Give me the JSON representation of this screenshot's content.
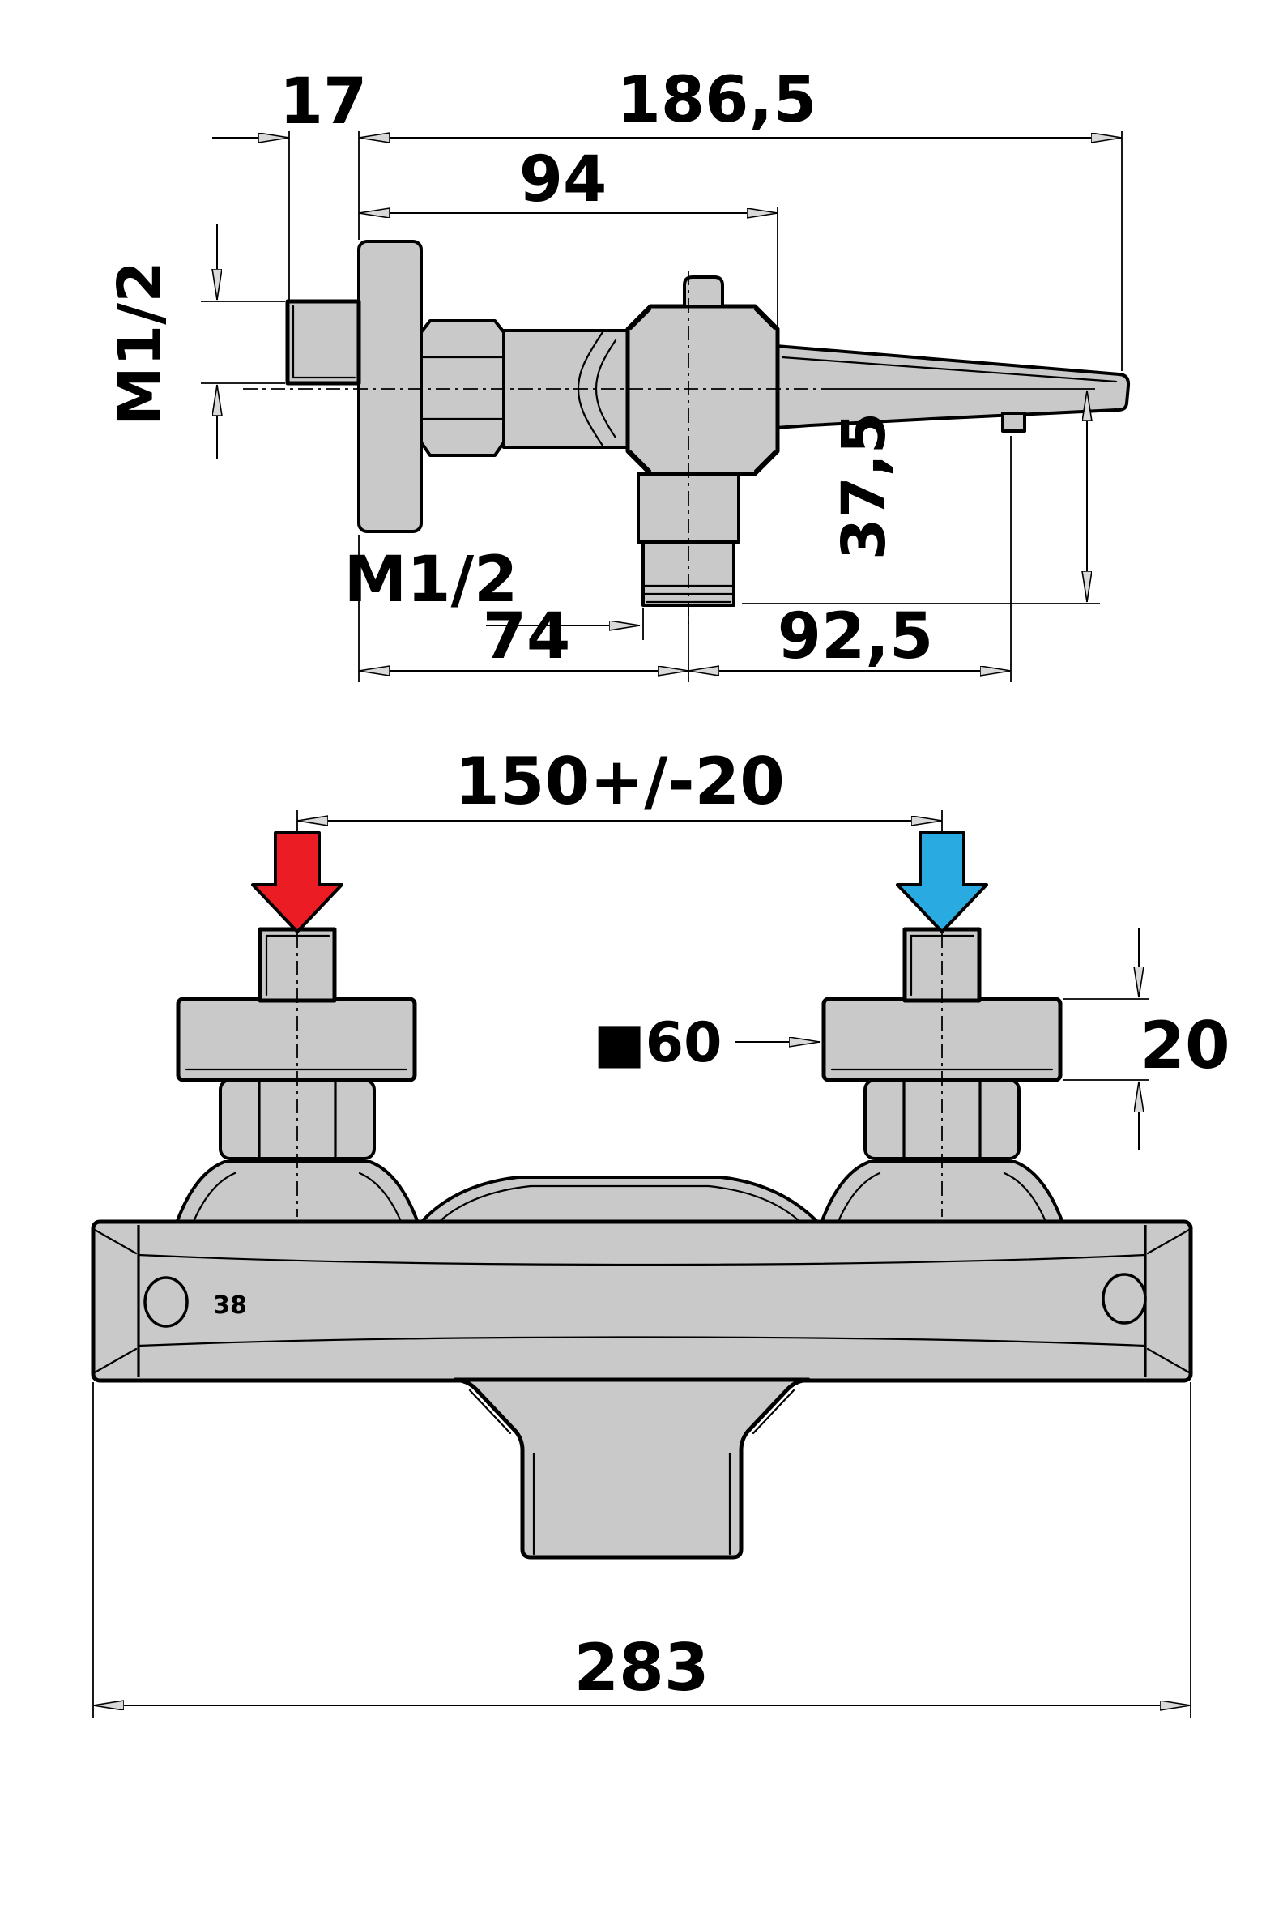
{
  "side_view": {
    "dim_thread_length": "17",
    "dim_total_length": "186,5",
    "dim_body_length": "94",
    "inlet_thread_label": "M1/2",
    "outlet_thread_label": "M1/2",
    "dim_wall_to_outlet": "74",
    "dim_outlet_to_lever": "92,5",
    "dim_axis_to_outlet": "37,5"
  },
  "front_view": {
    "dim_inlet_spacing": "150+/-20",
    "dim_flange_square": "■60",
    "dim_flange_thickness": "20",
    "dim_total_width": "283",
    "body_marking": "38"
  },
  "colors": {
    "part_fill": "#C9C9C9",
    "brass_yellow": "#FFC20E",
    "hot_red": "#EC1C24",
    "cold_blue": "#29ABE2",
    "outline": "#000000"
  }
}
